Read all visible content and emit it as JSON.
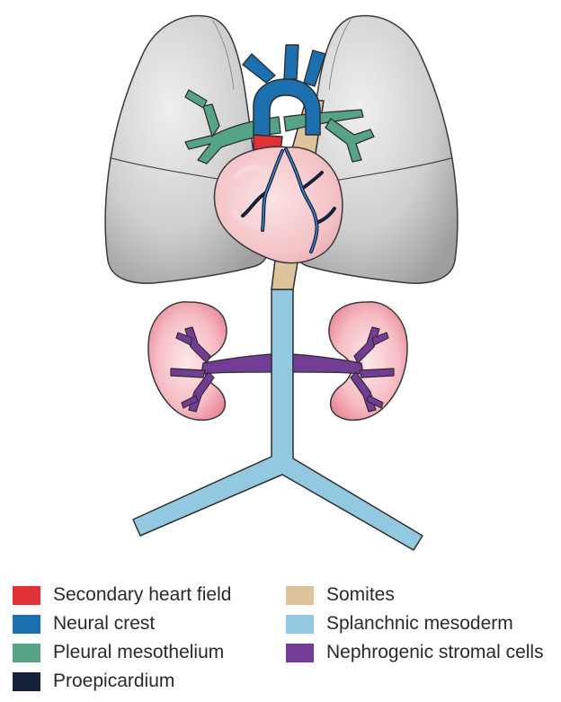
{
  "colors": {
    "secondary_heart_field": "#e03038",
    "neural_crest": "#1d70b0",
    "pleural_mesothelium": "#56a486",
    "proepicardium": "#17223a",
    "somites": "#ddc49c",
    "splanchnic_mesoderm": "#92c8e0",
    "nephrogenic_stromal_cells": "#733d96",
    "lung": "#c8c8c8",
    "lung_outline": "#3a3a3a",
    "heart": "#f3c2c6",
    "kidney": "#f2a9b3"
  },
  "legend": {
    "items": [
      {
        "label": "Secondary heart field",
        "color": "#e03038",
        "icon": "red-square"
      },
      {
        "label": "Neural crest",
        "color": "#1d70b0",
        "icon": "blue-square"
      },
      {
        "label": "Pleural mesothelium",
        "color": "#56a486",
        "icon": "green-square"
      },
      {
        "label": "Proepicardium",
        "color": "#17223a",
        "icon": "dark-navy-square"
      },
      {
        "label": "Somites",
        "color": "#ddc49c",
        "icon": "tan-square"
      },
      {
        "label": "Splanchnic mesoderm",
        "color": "#92c8e0",
        "icon": "light-blue-square"
      },
      {
        "label": "Nephrogenic stromal cells",
        "color": "#733d96",
        "icon": "purple-square"
      }
    ]
  }
}
